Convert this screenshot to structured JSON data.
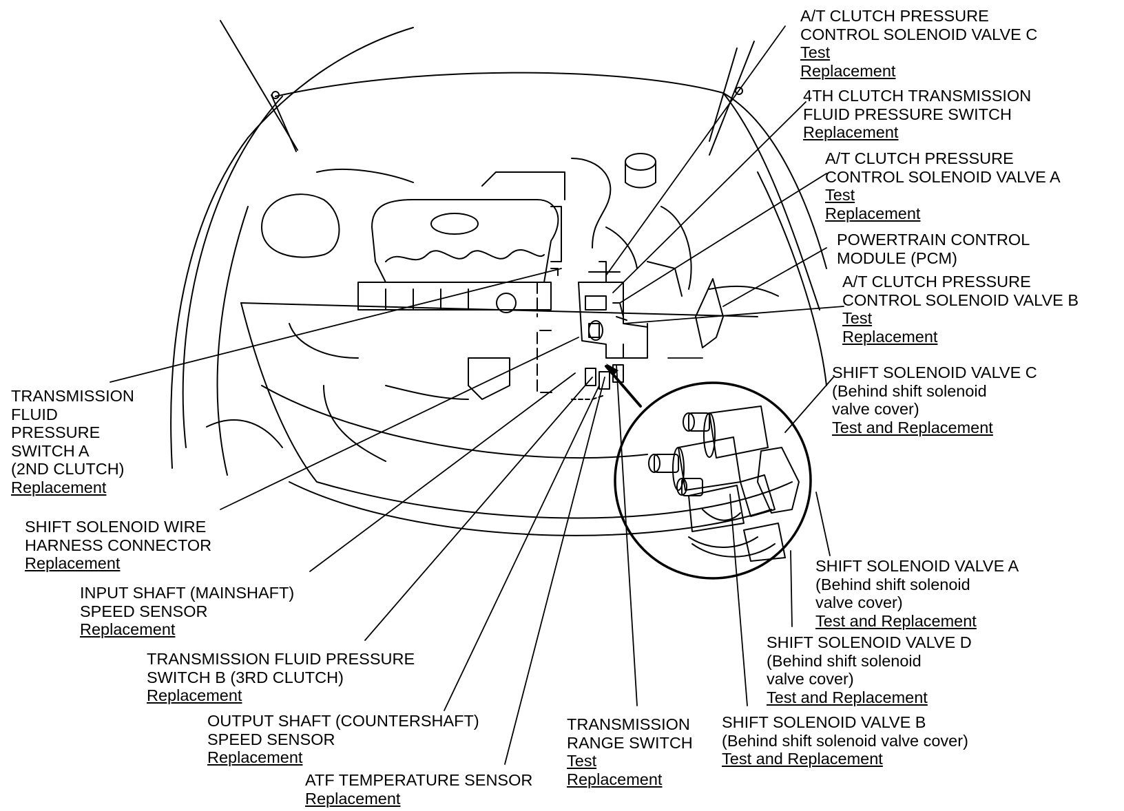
{
  "callouts": [
    {
      "id": "tfps-a",
      "lines": [
        "TRANSMISSION",
        "FLUID",
        "PRESSURE",
        "SWITCH A",
        "(2ND CLUTCH)"
      ],
      "links": [
        "Replacement"
      ]
    },
    {
      "id": "ss-wire",
      "lines": [
        "SHIFT SOLENOID WIRE",
        "HARNESS CONNECTOR"
      ],
      "links": [
        "Replacement"
      ]
    },
    {
      "id": "input-shaft",
      "lines": [
        "INPUT SHAFT (MAINSHAFT)",
        "SPEED SENSOR"
      ],
      "links": [
        "Replacement"
      ]
    },
    {
      "id": "tfps-b",
      "lines": [
        "TRANSMISSION FLUID PRESSURE",
        "SWITCH B (3RD CLUTCH)"
      ],
      "links": [
        "Replacement"
      ]
    },
    {
      "id": "output-shaft",
      "lines": [
        "OUTPUT SHAFT (COUNTERSHAFT)",
        "SPEED SENSOR"
      ],
      "links": [
        "Replacement"
      ]
    },
    {
      "id": "atf-temp",
      "lines": [
        "ATF TEMPERATURE SENSOR"
      ],
      "links": [
        "Replacement"
      ]
    },
    {
      "id": "range-switch",
      "lines": [
        "TRANSMISSION",
        "RANGE SWITCH"
      ],
      "links": [
        "Test",
        "Replacement"
      ]
    },
    {
      "id": "ssv-b",
      "lines": [
        "SHIFT SOLENOID VALVE B",
        "(Behind shift solenoid valve cover)"
      ],
      "links": [
        "Test and Replacement"
      ]
    },
    {
      "id": "ssv-d",
      "lines": [
        "SHIFT SOLENOID VALVE D",
        "(Behind shift solenoid",
        " valve cover)"
      ],
      "links": [
        "Test and Replacement"
      ]
    },
    {
      "id": "ssv-a",
      "lines": [
        "SHIFT SOLENOID VALVE A",
        "(Behind shift solenoid",
        " valve cover)"
      ],
      "links": [
        "Test and Replacement"
      ]
    },
    {
      "id": "ssv-c",
      "lines": [
        "SHIFT SOLENOID VALVE C",
        "(Behind shift solenoid",
        " valve cover)"
      ],
      "links": [
        "Test and Replacement"
      ]
    },
    {
      "id": "atc-b",
      "lines": [
        "A/T CLUTCH PRESSURE",
        "CONTROL SOLENOID VALVE B"
      ],
      "links": [
        "Test",
        "Replacement"
      ]
    },
    {
      "id": "pcm",
      "lines": [
        "POWERTRAIN CONTROL",
        "MODULE (PCM)"
      ],
      "links": []
    },
    {
      "id": "atc-a",
      "lines": [
        "A/T CLUTCH PRESSURE",
        "CONTROL SOLENOID VALVE A"
      ],
      "links": [
        "Test",
        "Replacement"
      ]
    },
    {
      "id": "fourth-clutch",
      "lines": [
        "4TH CLUTCH TRANSMISSION",
        "FLUID PRESSURE SWITCH"
      ],
      "links": [
        "Replacement"
      ]
    },
    {
      "id": "atc-c",
      "lines": [
        "A/T CLUTCH PRESSURE",
        "CONTROL SOLENOID VALVE C"
      ],
      "links": [
        "Test",
        "Replacement"
      ]
    }
  ]
}
